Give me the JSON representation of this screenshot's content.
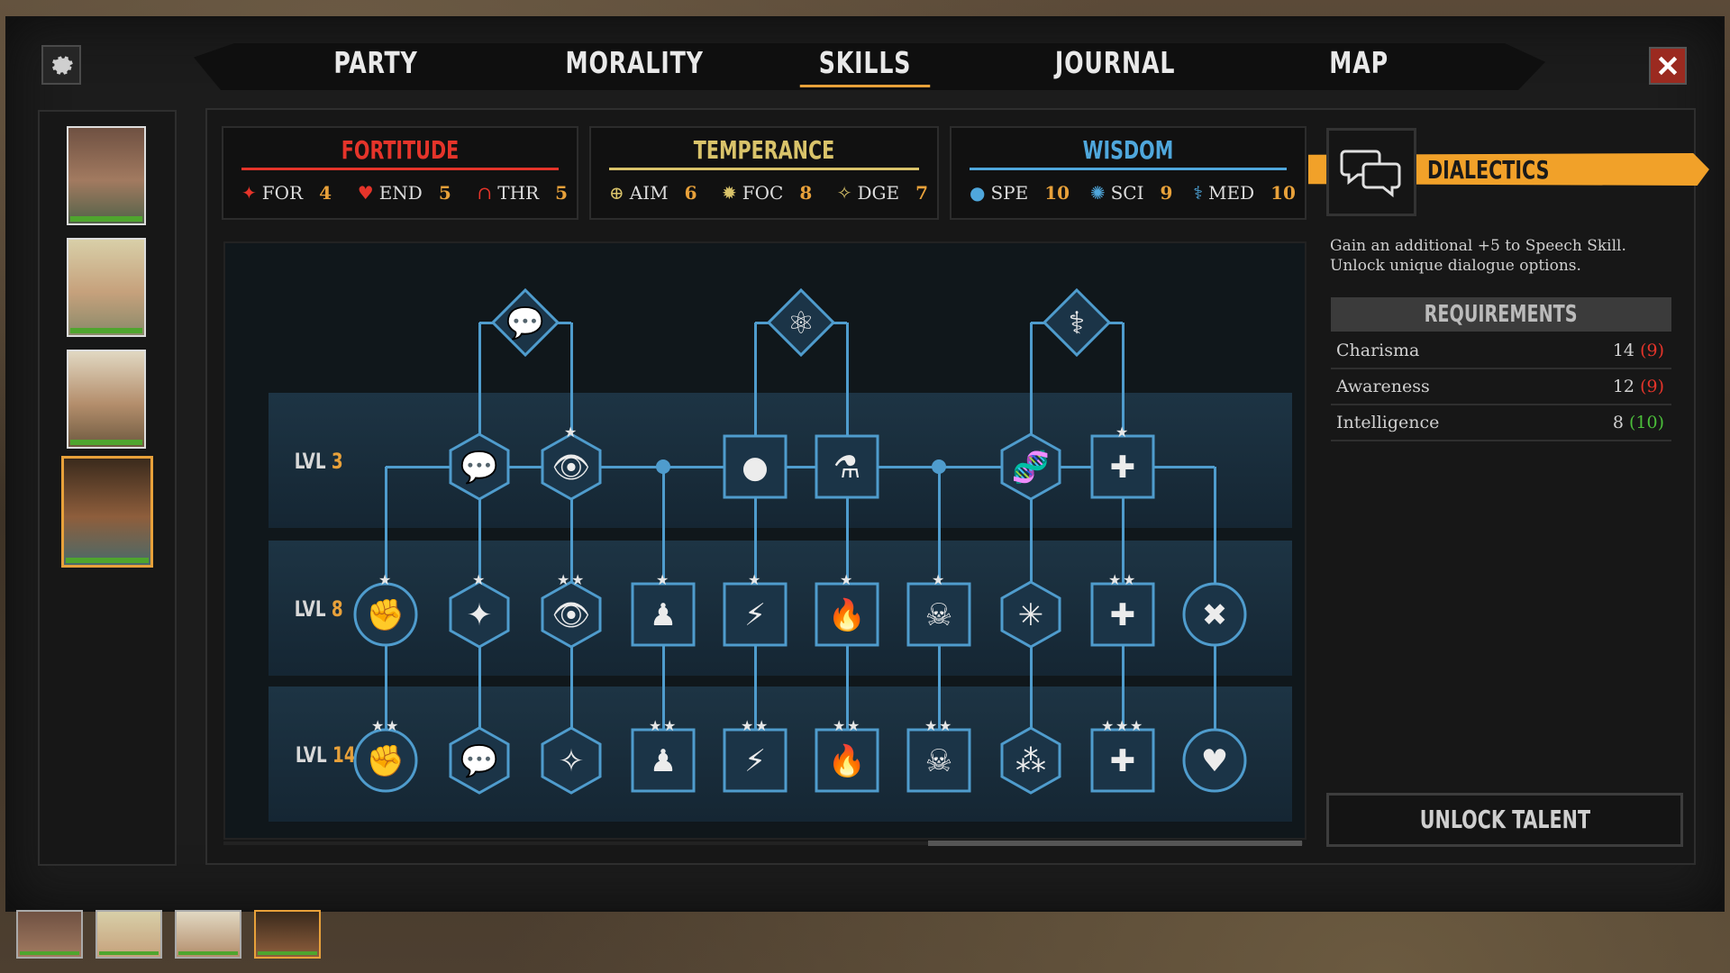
{
  "tabs": [
    {
      "label": "PARTY",
      "active": false
    },
    {
      "label": "MORALITY",
      "active": false
    },
    {
      "label": "SKILLS",
      "active": true
    },
    {
      "label": "JOURNAL",
      "active": false
    },
    {
      "label": "MAP",
      "active": false
    }
  ],
  "icons": {
    "settings": "gear-icon",
    "close": "close-icon"
  },
  "colors": {
    "accent": "#e8a13a",
    "fortitude": "#e5342a",
    "temperance": "#d9c36a",
    "wisdom": "#4fa7dc",
    "wire": "#4f9ccd"
  },
  "attributes": [
    {
      "title": "FORTITUDE",
      "color": "#e5342a",
      "stats": [
        {
          "icon": "claw-icon",
          "abbr": "FOR",
          "value": "4"
        },
        {
          "icon": "heart-icon",
          "abbr": "END",
          "value": "5"
        },
        {
          "icon": "muscle-icon",
          "abbr": "THR",
          "value": "5"
        }
      ]
    },
    {
      "title": "TEMPERANCE",
      "color": "#d9c36a",
      "stats": [
        {
          "icon": "crosshair-icon",
          "abbr": "AIM",
          "value": "6"
        },
        {
          "icon": "sun-icon",
          "abbr": "FOC",
          "value": "8"
        },
        {
          "icon": "running-icon",
          "abbr": "DGE",
          "value": "7"
        }
      ]
    },
    {
      "title": "WISDOM",
      "color": "#4fa7dc",
      "stats": [
        {
          "icon": "speech-icon",
          "abbr": "SPE",
          "value": "10"
        },
        {
          "icon": "gear-icon",
          "abbr": "SCI",
          "value": "9"
        },
        {
          "icon": "caduceus-icon",
          "abbr": "MED",
          "value": "10"
        }
      ]
    }
  ],
  "levels": [
    {
      "label": "LVL",
      "num": "3"
    },
    {
      "label": "LVL",
      "num": "8"
    },
    {
      "label": "LVL",
      "num": "14"
    }
  ],
  "tree_headers": [
    "speech-icon",
    "atom-icon",
    "caduceus-icon"
  ],
  "talents_lvl3": [
    "speech-bubbles-icon",
    "third-eye-icon",
    "stone-icon",
    "flask-icon",
    "dna-icon",
    "medkit-icon"
  ],
  "talents_lvl8": [
    "raised-fist-icon",
    "shooter-icon",
    "third-eye-icon",
    "chess-icon",
    "lightning-icon",
    "fire-icon",
    "skull-icon",
    "vitruvian-icon",
    "medkit-icon",
    "bandage-icon"
  ],
  "talents_lvl14": [
    "raised-fist-icon",
    "speech-bubbles-icon",
    "figure-icon",
    "chess-icon",
    "lightning-icon",
    "fire-icon",
    "skull-icon",
    "molecule-icon",
    "medkit-icon",
    "heartbeat-icon"
  ],
  "selected_talent": {
    "name": "DIALECTICS",
    "icon": "speech-bubbles-icon",
    "description": "Gain an additional +5 to Speech Skill. Unlock unique dialogue options.",
    "requirements_title": "REQUIREMENTS",
    "requirements": [
      {
        "name": "Charisma",
        "value": "14",
        "current": "(9)",
        "met": false
      },
      {
        "name": "Awareness",
        "value": "12",
        "current": "(9)",
        "met": false
      },
      {
        "name": "Intelligence",
        "value": "8",
        "current": "(10)",
        "met": true
      }
    ],
    "unlock_label": "UNLOCK TALENT"
  },
  "party": [
    {
      "name": "portrait-1",
      "hp": 1.0
    },
    {
      "name": "portrait-2",
      "hp": 1.0
    },
    {
      "name": "portrait-3",
      "hp": 1.0
    },
    {
      "name": "portrait-4",
      "hp": 1.0,
      "selected": true
    }
  ]
}
